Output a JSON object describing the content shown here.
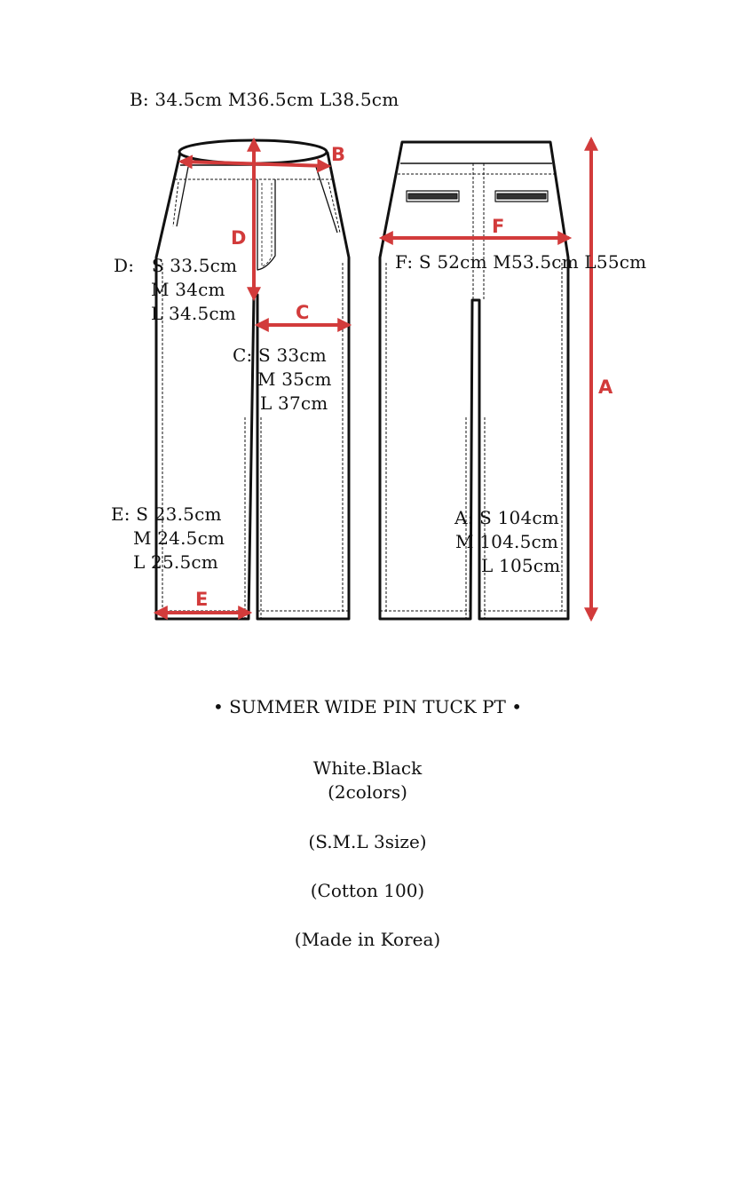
{
  "measurements": {
    "B": {
      "marker": "B",
      "text": "B: 34.5cm M36.5cm L38.5cm"
    },
    "D": {
      "marker": "D",
      "lines": [
        "D:   S 33.5cm",
        "M 34cm",
        "L 34.5cm"
      ]
    },
    "C": {
      "marker": "C",
      "lines": [
        "C: S 33cm",
        "M 35cm",
        "L 37cm"
      ]
    },
    "E": {
      "marker": "E",
      "lines": [
        "E: S 23.5cm",
        "M 24.5cm",
        "L 25.5cm"
      ]
    },
    "F": {
      "marker": "F",
      "text": "F: S 52cm M53.5cm L55cm"
    },
    "A": {
      "marker": "A",
      "lines": [
        "A: S 104cm",
        "M 104.5cm",
        "L 105cm"
      ]
    }
  },
  "product": {
    "title": "• SUMMER WIDE PIN TUCK PT •",
    "colors_line1": "White.Black",
    "colors_line2": "(2colors)",
    "sizes": "(S.M.L 3size)",
    "material": "(Cotton 100)",
    "origin": "(Made in Korea)"
  },
  "colors": {
    "accent": "#d23b3b",
    "line": "#111111"
  }
}
